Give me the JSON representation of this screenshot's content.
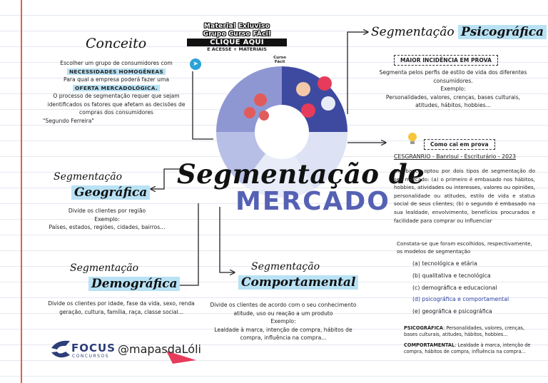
{
  "promo": {
    "line1": "Material Exluviso",
    "line2": "Grupo Curso FÁcil",
    "line3": "CLIQUE AQUI",
    "line4": "E ACESSE + MATERIAIS",
    "badge": "Curso Fácil"
  },
  "title": {
    "line1": "Segmentação de",
    "line2": "MERCADO"
  },
  "conceito": {
    "heading": "Conceito",
    "p1": "Escolher um grupo de consumidores com",
    "p1_hl": "NECESSIDADES HOMOGÊNEAS",
    "p2": "Para qual a empresa poderá fazer uma",
    "p2_hl": "OFERTA MERCADOLÓGICA.",
    "p3": "O processo de segmentação requer que sejam identificados os fatores que afetam as decisões de compras dos consumidores",
    "p3_source": "\"Segundo Ferreira\""
  },
  "geografica": {
    "heading1": "Segmentação",
    "heading2": "Geográfica",
    "desc": "Divide os clientes por região",
    "ex_label": "Exemplo:",
    "example": "Países, estados, regiões, cidades, bairros..."
  },
  "demografica": {
    "heading1": "Segmentação",
    "heading2": "Demográfica",
    "desc": "Divide os clientes por idade, fase da vida, sexo, renda geração, cultura, família, raça, classe social..."
  },
  "comportamental": {
    "heading1": "Segmentação",
    "heading2": "Comportamental",
    "desc": "Divide os clientes de acordo com o seu conhecimento atitude, uso ou reação a um produto",
    "ex_label": "Exemplo:",
    "example": "Lealdade à marca, intenção de compra, hábitos de compra, influência na compra..."
  },
  "psicografica": {
    "heading1": "Segmentação",
    "heading2": "Psicográfica",
    "badge": "MAIOR INCIDÊNCIA EM PROVA",
    "desc": "Segmenta pelos perfis de estilo de vida dos diferentes consumidores.",
    "ex_label": "Exemplo:",
    "example": "Personalidades, valores, crenças, bases culturais, atitudes, hábitos, hobbies..."
  },
  "prova": {
    "label": "Como cai em prova",
    "source": "CESGRANRIO - Banrisul - Escriturário - 2023",
    "question": "Um banco optou por dois tipos de segmentação do seu mercado: (a) o primeiro é embasado nos hábitos, hobbies, atividades ou interesses, valores ou opiniões, personalidade ou atitudes, estilo de vida e status social de seus clientes; (b) o segundo é embasado na sua lealdade, envolvimento, benefícios procurados e facilidade para comprar ou influenciar",
    "prompt": "Constata-se que foram escolhidos, respectivamente, os modelos de segmentação",
    "options": [
      "(a) tecnológica e etária",
      "(b) qualitativa e tecnológica",
      "(c) demográfica e educacional",
      "(d) psicográfica e comportamental",
      "(e) geográfica e psicográfica"
    ],
    "note1_label": "PSICOGRÁFICA",
    "note1": ": Personalidades, valores, crenças, bases culturais, atitudes, hábitos, hobbies...",
    "note2_label": "COMPORTAMENTAL",
    "note2": ": Lealdade à marca, intenção de compra, hábitos de compra, influência na compra..."
  },
  "footer": {
    "brand": "FOCUS",
    "brand_sub": "CONCURSOS",
    "handle": "@mapasdaLóli"
  },
  "colors": {
    "accent_blue": "#5561b4",
    "highlight": "#b9e2f5",
    "dark_navy": "#2d3d7a",
    "pink": "#e63b5a"
  }
}
